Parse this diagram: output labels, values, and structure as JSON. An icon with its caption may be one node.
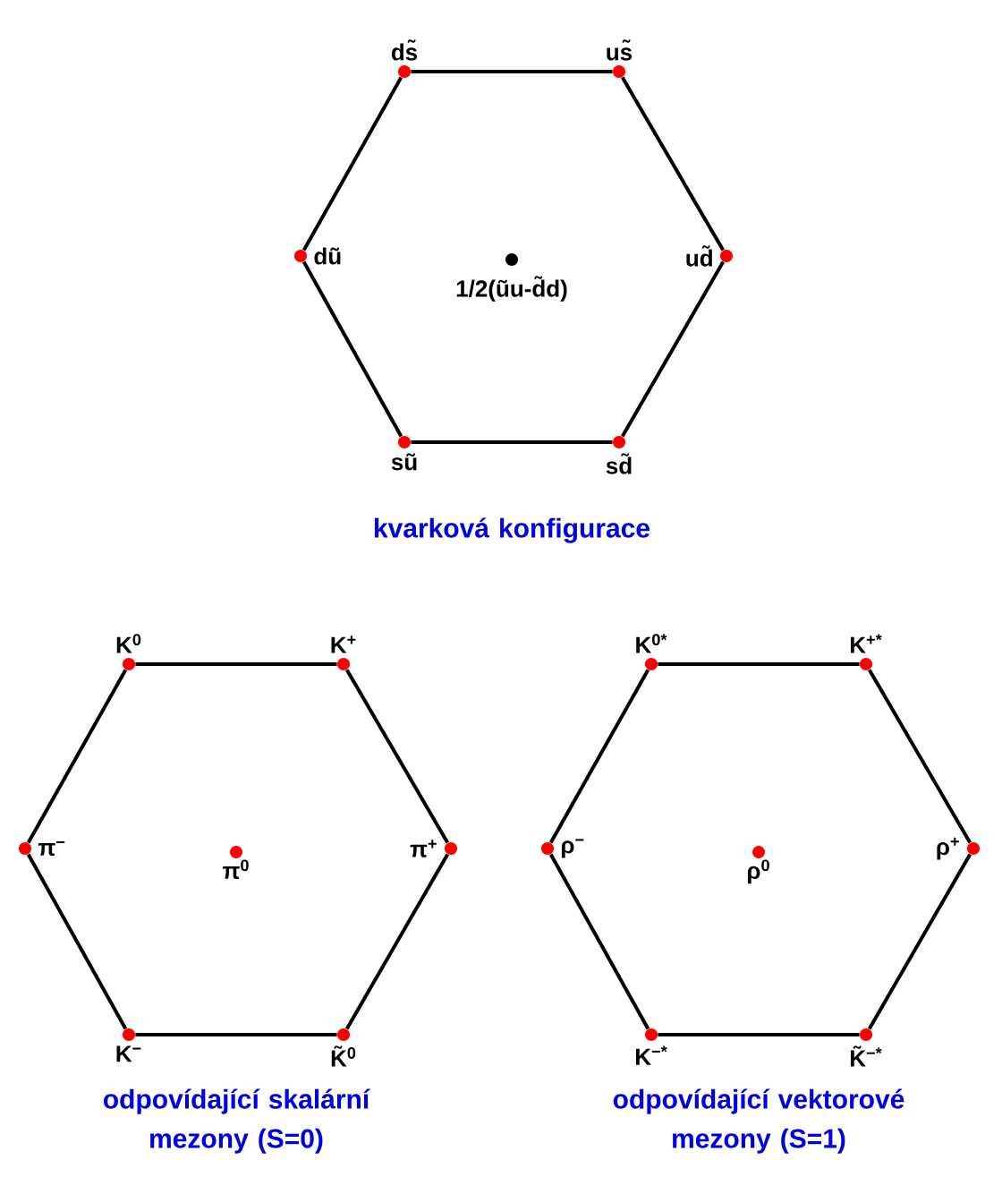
{
  "diagram": {
    "nodes": [
      {
        "text": [],
        "shape": "circle",
        "beside": [
          "ds̃"
        ]
      },
      {
        "text": [],
        "shape": "circle",
        "beside": [
          "us̃"
        ]
      },
      {
        "text": [],
        "shape": "circle",
        "beside": [
          "dũ"
        ]
      },
      {
        "text": [],
        "shape": "circle",
        "beside": [
          "1/2(ũu-d̃d)"
        ]
      },
      {
        "text": [],
        "shape": "circle",
        "beside": [
          "ud̃"
        ]
      },
      {
        "text": [],
        "shape": "circle",
        "beside": [
          "sũ"
        ]
      },
      {
        "text": [],
        "shape": "circle",
        "beside": [
          "sd̃"
        ]
      },
      {
        "text": [],
        "shape": "circle",
        "beside": [
          "K$^{0}$"
        ]
      },
      {
        "text": [],
        "shape": "circle",
        "beside": [
          "K$^{+}$"
        ]
      },
      {
        "text": [],
        "shape": "circle",
        "beside": [
          "π$^{−}$"
        ]
      },
      {
        "text": [],
        "shape": "circle",
        "beside": [
          "π$^{0}$"
        ]
      },
      {
        "text": [],
        "shape": "circle",
        "beside": [
          "π$^{+}$"
        ]
      },
      {
        "text": [],
        "shape": "circle",
        "beside": [
          "K$^{−}$"
        ]
      },
      {
        "text": [],
        "shape": "circle",
        "beside": [
          "K̃$^{0}$"
        ]
      },
      {
        "text": [],
        "shape": "circle",
        "beside": [
          "K$^{0*}$"
        ]
      },
      {
        "text": [],
        "shape": "circle",
        "beside": [
          "K$^{+*}$"
        ]
      },
      {
        "text": [],
        "shape": "circle",
        "beside": [
          "ρ$^{−}$"
        ]
      },
      {
        "text": [],
        "shape": "circle",
        "beside": [
          "ρ$^{0}$"
        ]
      },
      {
        "text": [],
        "shape": "circle",
        "beside": [
          "ρ$^{+}$"
        ]
      },
      {
        "text": [],
        "shape": "circle",
        "beside": [
          "K$^{−*}$"
        ]
      },
      {
        "text": [],
        "shape": "circle",
        "beside": [
          "K̃$^{−*}$"
        ]
      }
    ],
    "edges": [
      {
        "from": 0,
        "to": 1,
        "arrow": "none"
      },
      {
        "from": 1,
        "to": 4,
        "arrow": "none"
      },
      {
        "from": 4,
        "to": 6,
        "arrow": "none"
      },
      {
        "from": 6,
        "to": 5,
        "arrow": "none"
      },
      {
        "from": 5,
        "to": 2,
        "arrow": "none"
      },
      {
        "from": 2,
        "to": 0,
        "arrow": "none"
      },
      {
        "from": 7,
        "to": 8,
        "arrow": "none"
      },
      {
        "from": 8,
        "to": 11,
        "arrow": "none"
      },
      {
        "from": 11,
        "to": 13,
        "arrow": "none"
      },
      {
        "from": 13,
        "to": 12,
        "arrow": "none"
      },
      {
        "from": 12,
        "to": 9,
        "arrow": "none"
      },
      {
        "from": 9,
        "to": 7,
        "arrow": "none"
      },
      {
        "from": 14,
        "to": 15,
        "arrow": "none"
      },
      {
        "from": 15,
        "to": 18,
        "arrow": "none"
      },
      {
        "from": 18,
        "to": 20,
        "arrow": "none"
      },
      {
        "from": 20,
        "to": 19,
        "arrow": "none"
      },
      {
        "from": 19,
        "to": 16,
        "arrow": "none"
      },
      {
        "from": 16,
        "to": 14,
        "arrow": "none"
      }
    ],
    "labels": [
      "kvarková konfigurace",
      "odpovídající skalární mezony (S=0)",
      "odpovídající vektorové mezony (S=1)"
    ]
  }
}
